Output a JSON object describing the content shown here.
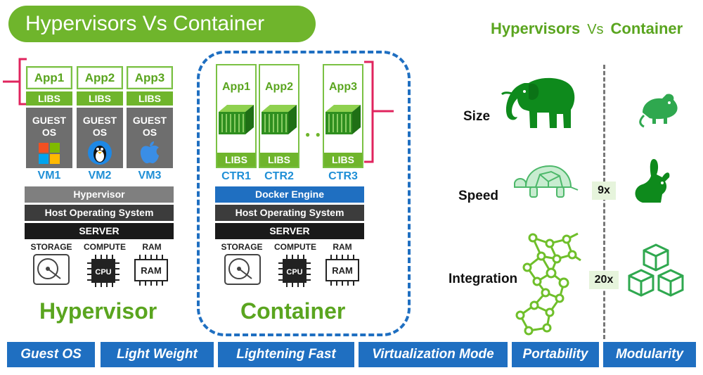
{
  "title": "Hypervisors Vs Container",
  "comparison_title": {
    "left": "Hypervisors",
    "vs": "Vs",
    "right": "Container"
  },
  "hypervisor_stack": {
    "vms": [
      {
        "app": "App1",
        "libs": "LIBS",
        "guest": [
          "GUEST",
          "OS"
        ],
        "label": "VM1",
        "os_icon": "windows-logo-icon"
      },
      {
        "app": "App2",
        "libs": "LIBS",
        "guest": [
          "GUEST",
          "OS"
        ],
        "label": "VM2",
        "os_icon": "linux-penguin-icon"
      },
      {
        "app": "App3",
        "libs": "LIBS",
        "guest": [
          "GUEST",
          "OS"
        ],
        "label": "VM3",
        "os_icon": "apple-logo-icon"
      }
    ],
    "layers": [
      "Hypervisor",
      "Host Operating System",
      "SERVER"
    ],
    "resources": [
      "STORAGE",
      "COMPUTE",
      "RAM"
    ],
    "caption": "Hypervisor"
  },
  "container_stack": {
    "containers": [
      {
        "app": "App1",
        "libs": "LIBS",
        "label": "CTR1"
      },
      {
        "app": "App2",
        "libs": "LIBS",
        "label": "CTR2"
      },
      {
        "app": "App3",
        "libs": "LIBS",
        "label": "CTR3"
      }
    ],
    "ellipsis": "● ●",
    "layers": [
      "Docker Engine",
      "Host Operating System",
      "SERVER"
    ],
    "resources": [
      "STORAGE",
      "COMPUTE",
      "RAM"
    ],
    "caption": "Container"
  },
  "resource_chip_text": {
    "cpu": "CPU",
    "ram": "RAM"
  },
  "comparison_rows": [
    {
      "label": "Size",
      "ratio": "",
      "hyper_icon": "elephant-icon",
      "ctr_icon": "mouse-icon"
    },
    {
      "label": "Speed",
      "ratio": "9x",
      "hyper_icon": "turtle-icon",
      "ctr_icon": "rabbit-icon"
    },
    {
      "label": "Integration",
      "ratio": "20x",
      "hyper_icon": "network-mesh-icon",
      "ctr_icon": "cubes-icon"
    }
  ],
  "bottom_tabs": [
    "Guest OS",
    "Light Weight",
    "Lightening Fast",
    "Virtualization Mode",
    "Portability",
    "Modularity"
  ],
  "colors": {
    "green": "#6fb52c",
    "green_text": "#5aa51f",
    "blue": "#1f6fc1",
    "bracket_red": "#e0245e",
    "dash_blue": "#1f6fc1"
  }
}
